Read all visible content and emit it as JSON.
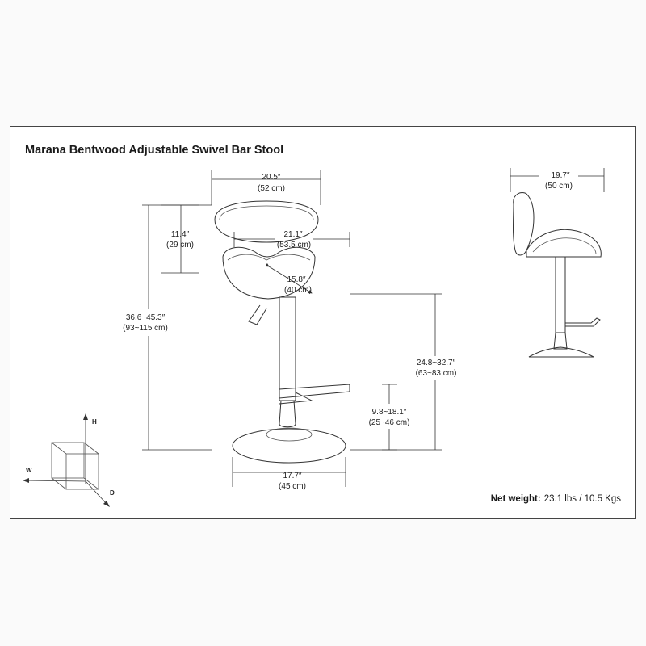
{
  "title": "Marana Bentwood Adjustable Swivel Bar Stool",
  "dimensions": {
    "overall_width": {
      "imperial": "20.5″",
      "metric": "(52 cm)"
    },
    "back_height": {
      "imperial": "11.4″",
      "metric": "(29 cm)"
    },
    "seat_width": {
      "imperial": "21.1″",
      "metric": "(53.5 cm)"
    },
    "seat_depth": {
      "imperial": "15.8″",
      "metric": "(40 cm)"
    },
    "overall_height": {
      "imperial": "36.6~45.3″",
      "metric": "(93~115 cm)"
    },
    "seat_height": {
      "imperial": "24.8~32.7″",
      "metric": "(63~83 cm)"
    },
    "footrest_height": {
      "imperial": "9.8~18.1″",
      "metric": "(25~46 cm)"
    },
    "base_diameter": {
      "imperial": "17.7″",
      "metric": "(45 cm)"
    },
    "side_depth": {
      "imperial": "19.7″",
      "metric": "(50 cm)"
    }
  },
  "axes": {
    "height": "H",
    "width": "W",
    "depth": "D"
  },
  "net_weight": {
    "label": "Net weight:",
    "value": "23.1 lbs / 10.5 Kgs"
  }
}
